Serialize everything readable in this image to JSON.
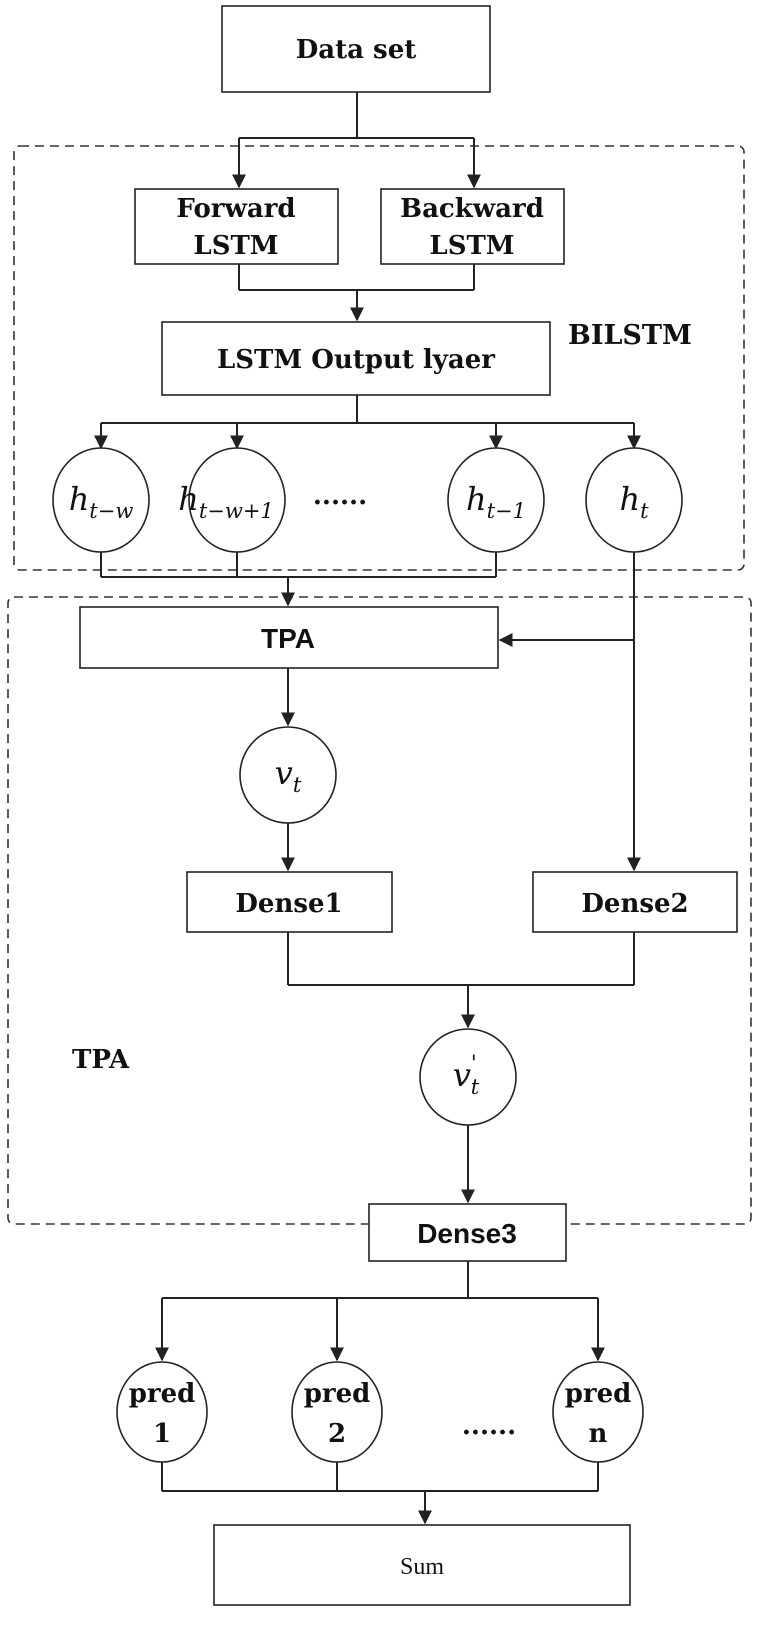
{
  "nodes": {
    "dataset": "Data set",
    "forward_line1": "Forward",
    "forward_line2": "LSTM",
    "backward_line1": "Backward",
    "backward_line2": "LSTM",
    "lstm_output": "LSTM Output lyaer",
    "tpa_box": "TPA",
    "dense1": "Dense1",
    "dense2": "Dense2",
    "dense3": "Dense3",
    "sum": "Sum"
  },
  "groups": {
    "bilstm_label": "BILSTM",
    "tpa_label": "TPA"
  },
  "hidden_states": [
    {
      "base": "h",
      "sub": "t−w"
    },
    {
      "base": "h",
      "sub": "t−w+1"
    },
    {
      "base": "h",
      "sub": "t−1"
    },
    {
      "base": "h",
      "sub": "t"
    }
  ],
  "hidden_ellipsis": "......",
  "vectors": {
    "v_t": {
      "base": "v",
      "sub": "t"
    },
    "v_t_prime": {
      "base": "v",
      "sup": "'",
      "sub": "t"
    }
  },
  "predictions": [
    {
      "line1": "pred",
      "line2": "1"
    },
    {
      "line1": "pred",
      "line2": "2"
    },
    {
      "line1": "pred",
      "line2": "n"
    }
  ],
  "pred_ellipsis": "......"
}
